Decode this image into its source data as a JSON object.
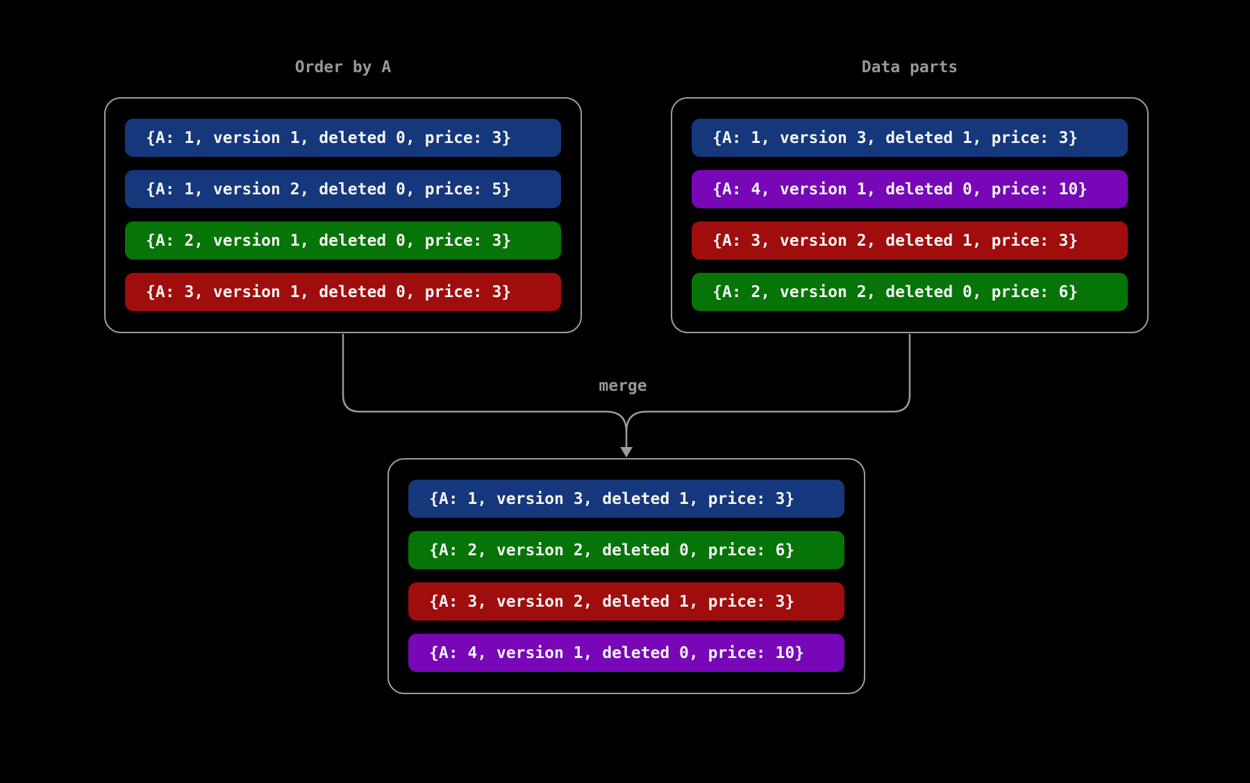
{
  "colors": {
    "background": "#000000",
    "box_border": "#9c9c9c",
    "connector": "#9c9c9c",
    "title_text": "#989898",
    "row_text": "#f5f5f5",
    "palette": {
      "blue": "#15377b",
      "green": "#077408",
      "red": "#a00d0d",
      "purple": "#7807b8"
    }
  },
  "merge": {
    "label": "merge"
  },
  "boxes": {
    "order_by_a": {
      "title": "Order by A",
      "rows": [
        {
          "text": "{A: 1, version 1, deleted 0, price: 3}",
          "color": "blue"
        },
        {
          "text": "{A: 1, version 2, deleted 0, price: 5}",
          "color": "blue"
        },
        {
          "text": "{A: 2, version 1, deleted 0, price: 3}",
          "color": "green"
        },
        {
          "text": "{A: 3, version 1, deleted 0, price: 3}",
          "color": "red"
        }
      ]
    },
    "data_parts": {
      "title": "Data parts",
      "rows": [
        {
          "text": "{A: 1, version 3, deleted 1, price: 3}",
          "color": "blue"
        },
        {
          "text": "{A: 4, version 1, deleted 0, price: 10}",
          "color": "purple"
        },
        {
          "text": "{A: 3, version 2, deleted 1, price: 3}",
          "color": "red"
        },
        {
          "text": "{A: 2, version 2, deleted 0, price: 6}",
          "color": "green"
        }
      ]
    },
    "merged": {
      "rows": [
        {
          "text": "{A: 1, version 3, deleted 1, price: 3}",
          "color": "blue"
        },
        {
          "text": "{A: 2, version 2, deleted 0, price: 6}",
          "color": "green"
        },
        {
          "text": "{A: 3, version 2, deleted 1, price: 3}",
          "color": "red"
        },
        {
          "text": "{A: 4, version 1, deleted 0, price: 10}",
          "color": "purple"
        }
      ]
    }
  }
}
